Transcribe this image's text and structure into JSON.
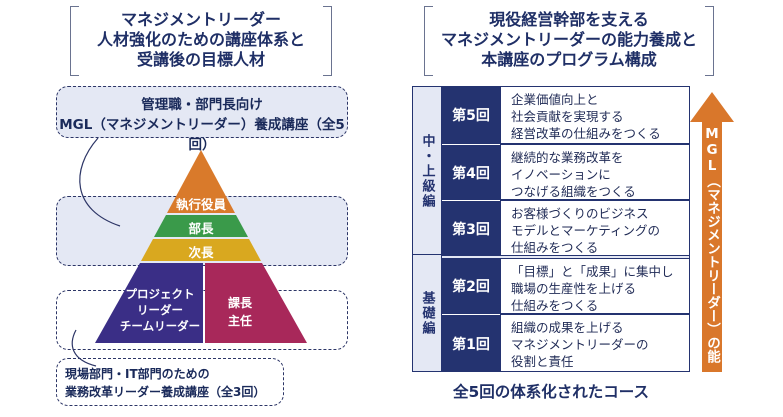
{
  "left_title": {
    "lines": [
      "マネジメントリーダー",
      "人材強化のための講座体系と",
      "受講後の目標人材"
    ]
  },
  "top_box": {
    "lines": [
      "管理職・部門長向け",
      "MGL（マネジメントリーダー）養成講座（全5回）"
    ]
  },
  "pyramid": {
    "levels": [
      {
        "label": "執行役員",
        "color": "#d97a2b"
      },
      {
        "label": "部長",
        "color": "#3a9a4a"
      },
      {
        "label": "次長",
        "color": "#d9a81f"
      }
    ],
    "bottom_left": {
      "lines": [
        "プロジェクト",
        "リーダー",
        "チームリーダー"
      ],
      "color": "#3a2e86"
    },
    "bottom_right": {
      "lines": [
        "課長",
        "主任"
      ],
      "color": "#a8285a"
    }
  },
  "bottom_box": {
    "lines": [
      "現場部門・IT部門のための",
      "業務改革リーダー養成講座（全3回）"
    ]
  },
  "right_title": {
    "lines": [
      "現役経営幹部を支える",
      "マネジメントリーダーの能力養成と",
      "本講座のプログラム構成"
    ]
  },
  "sections": {
    "upper": "中・上級編",
    "basic": "基礎編"
  },
  "sessions": [
    {
      "label": "第5回",
      "lines": [
        "企業価値向上と",
        "社会貢献を実現する",
        "経営改革の仕組みをつくる"
      ]
    },
    {
      "label": "第4回",
      "lines": [
        "継続的な業務改革を",
        "イノベーションに",
        "つなげる組織をつくる"
      ]
    },
    {
      "label": "第3回",
      "lines": [
        "お客様づくりのビジネス",
        "モデルとマーケティングの",
        "仕組みをつくる"
      ]
    },
    {
      "label": "第2回",
      "lines": [
        "「目標」と「成果」に集中し",
        "職場の生産性を上げる",
        "仕組みをつくる"
      ]
    },
    {
      "label": "第1回",
      "lines": [
        "組織の成果を上げる",
        "マネジメントリーダーの",
        "役割と責任"
      ]
    }
  ],
  "arrow_label": "MGL（マネジメントリーダー）の能力向上",
  "footer": "全5回の体系化されたコース",
  "colors": {
    "navy": "#243370",
    "arrow": "#d9772b",
    "light_box": "#e4e8f4"
  }
}
